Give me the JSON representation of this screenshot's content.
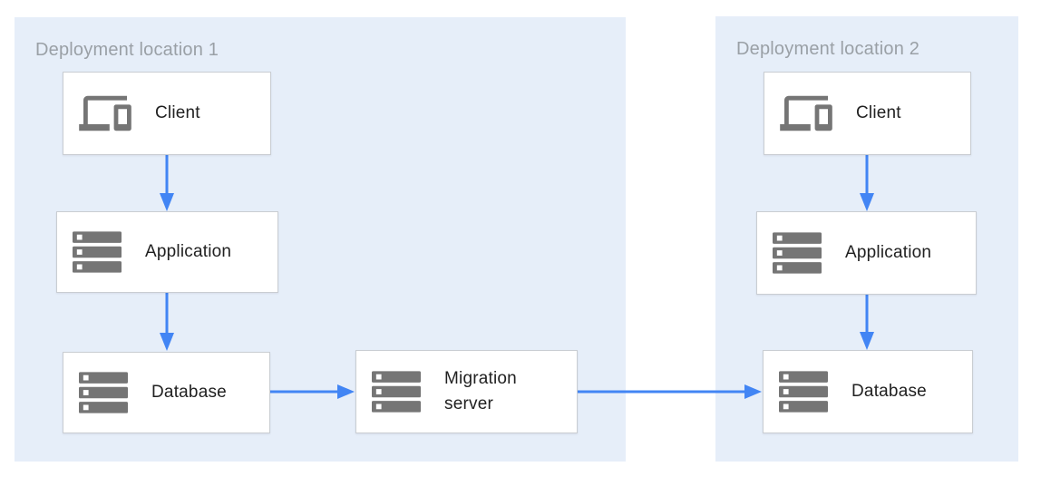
{
  "diagram": {
    "panels": [
      {
        "label": "Deployment location 1"
      },
      {
        "label": "Deployment location 2"
      }
    ],
    "nodes": [
      {
        "id": "client-1",
        "panel": "Deployment location 1",
        "label": "Client",
        "icon": "devices-icon"
      },
      {
        "id": "application-1",
        "panel": "Deployment location 1",
        "label": "Application",
        "icon": "server-icon"
      },
      {
        "id": "database-1",
        "panel": "Deployment location 1",
        "label": "Database",
        "icon": "server-icon"
      },
      {
        "id": "migration-server",
        "panel": "Deployment location 1",
        "label": "Migration server",
        "icon": "server-icon"
      },
      {
        "id": "client-2",
        "panel": "Deployment location 2",
        "label": "Client",
        "icon": "devices-icon"
      },
      {
        "id": "application-2",
        "panel": "Deployment location 2",
        "label": "Application",
        "icon": "server-icon"
      },
      {
        "id": "database-2",
        "panel": "Deployment location 2",
        "label": "Database",
        "icon": "server-icon"
      }
    ],
    "edges": [
      {
        "from": "client-1",
        "to": "application-1"
      },
      {
        "from": "application-1",
        "to": "database-1"
      },
      {
        "from": "database-1",
        "to": "migration-server"
      },
      {
        "from": "migration-server",
        "to": "database-2"
      },
      {
        "from": "client-2",
        "to": "application-2"
      },
      {
        "from": "application-2",
        "to": "database-2"
      }
    ],
    "colors": {
      "panel_background": "#E6EEF9",
      "arrow": "#4285F4",
      "icon": "#757575",
      "panel_label": "#9AA0A6",
      "node_border": "#C9CDD2",
      "node_text": "#212121"
    }
  }
}
